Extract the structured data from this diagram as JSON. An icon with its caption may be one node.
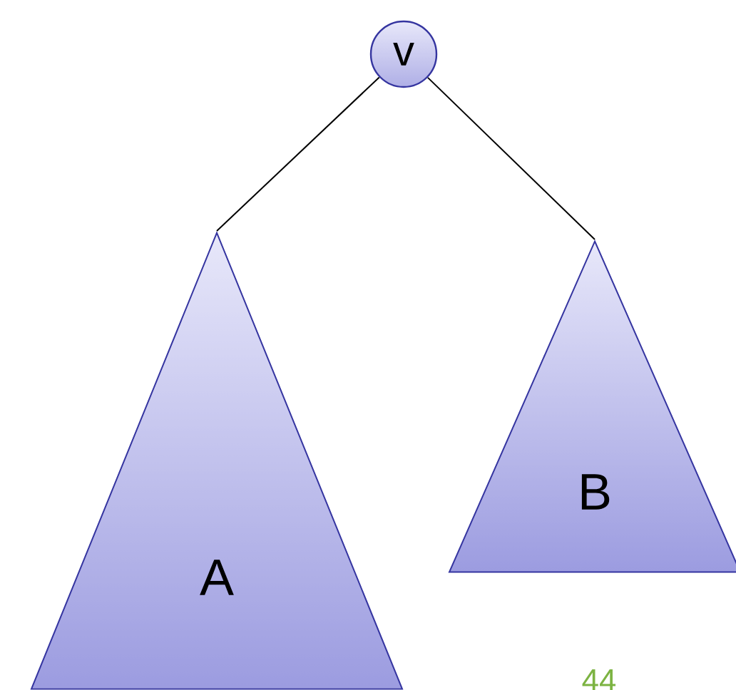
{
  "diagram": {
    "nodes": [
      {
        "text": [
          "v"
        ]
      },
      {
        "text": [
          "A"
        ]
      },
      {
        "text": [
          "B"
        ]
      }
    ],
    "edges": [
      {
        "from": 0,
        "to": 1,
        "arrow": "none"
      },
      {
        "from": 0,
        "to": 2,
        "arrow": "none"
      }
    ],
    "labels": [
      "44"
    ]
  }
}
